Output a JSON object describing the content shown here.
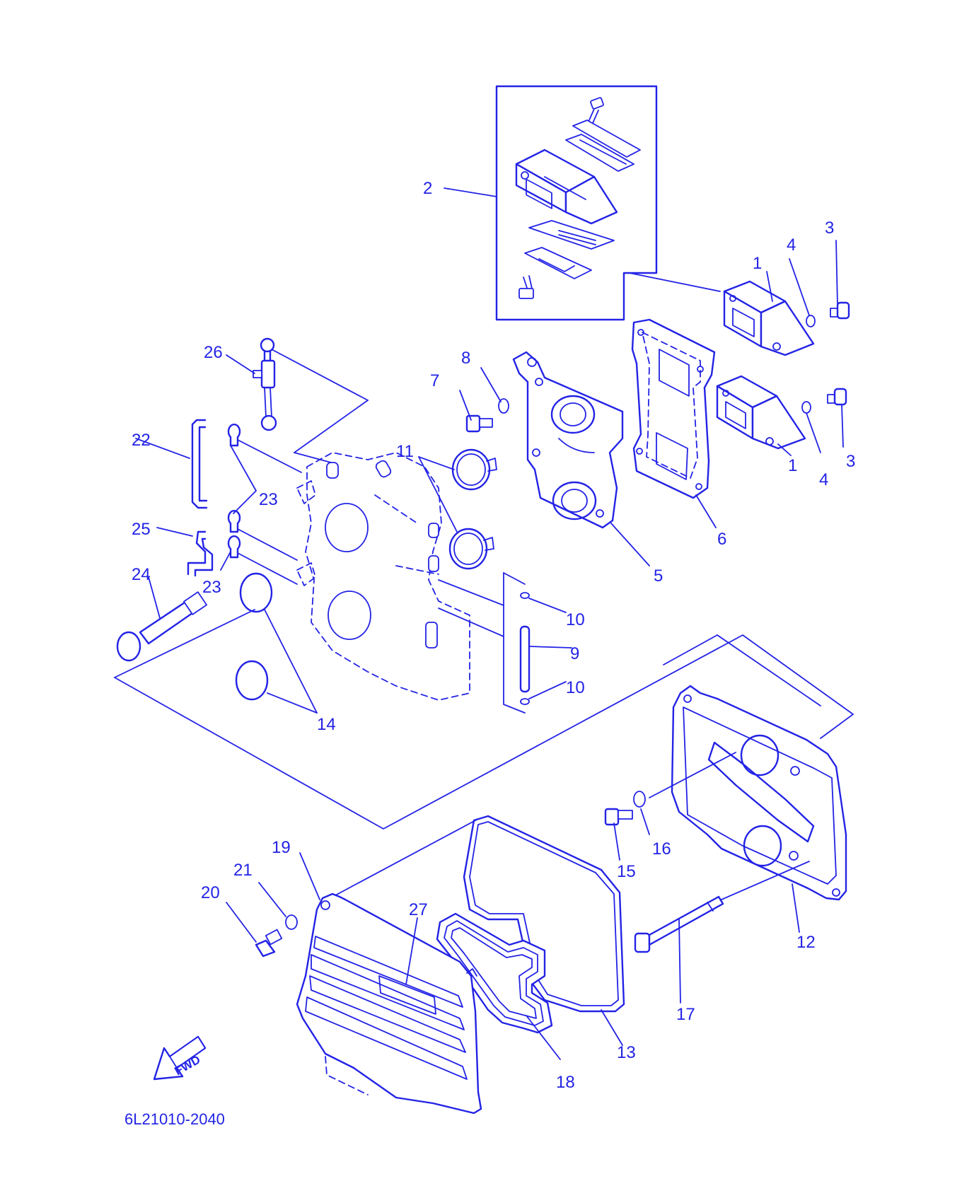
{
  "diagram": {
    "ink_color": "#2323e6",
    "background": "#ffffff",
    "drawing_code": "6L21010-2040",
    "fwd_label": "FWD",
    "part_labels": [
      {
        "id": "l1a",
        "text": "1"
      },
      {
        "id": "l1b",
        "text": "1"
      },
      {
        "id": "l2",
        "text": "2"
      },
      {
        "id": "l3a",
        "text": "3"
      },
      {
        "id": "l3b",
        "text": "3"
      },
      {
        "id": "l4a",
        "text": "4"
      },
      {
        "id": "l4b",
        "text": "4"
      },
      {
        "id": "l5",
        "text": "5"
      },
      {
        "id": "l6",
        "text": "6"
      },
      {
        "id": "l7",
        "text": "7"
      },
      {
        "id": "l8",
        "text": "8"
      },
      {
        "id": "l9",
        "text": "9"
      },
      {
        "id": "l10a",
        "text": "10"
      },
      {
        "id": "l10b",
        "text": "10"
      },
      {
        "id": "l11",
        "text": "11"
      },
      {
        "id": "l12",
        "text": "12"
      },
      {
        "id": "l13",
        "text": "13"
      },
      {
        "id": "l14",
        "text": "14"
      },
      {
        "id": "l15",
        "text": "15"
      },
      {
        "id": "l16",
        "text": "16"
      },
      {
        "id": "l17",
        "text": "17"
      },
      {
        "id": "l18",
        "text": "18"
      },
      {
        "id": "l19",
        "text": "19"
      },
      {
        "id": "l20",
        "text": "20"
      },
      {
        "id": "l21",
        "text": "21"
      },
      {
        "id": "l22",
        "text": "22"
      },
      {
        "id": "l23a",
        "text": "23"
      },
      {
        "id": "l23b",
        "text": "23"
      },
      {
        "id": "l24",
        "text": "24"
      },
      {
        "id": "l25",
        "text": "25"
      },
      {
        "id": "l26",
        "text": "26"
      },
      {
        "id": "l27",
        "text": "27"
      }
    ]
  }
}
